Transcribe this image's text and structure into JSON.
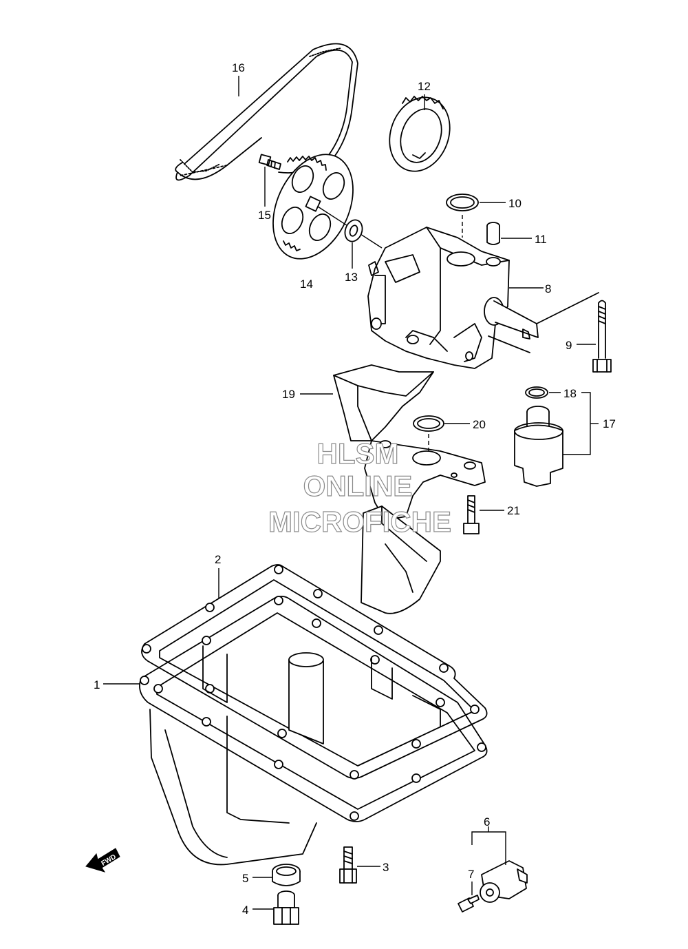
{
  "watermark": {
    "line1": "HLSM",
    "line2": "ONLINE",
    "line3": "MICROFICHE"
  },
  "fwd_label": "FWD",
  "callouts": {
    "c1": "1",
    "c2": "2",
    "c3": "3",
    "c4": "4",
    "c5": "5",
    "c6": "6",
    "c7": "7",
    "c8": "8",
    "c9": "9",
    "c10": "10",
    "c11": "11",
    "c12": "12",
    "c13": "13",
    "c14": "14",
    "c15": "15",
    "c16": "16",
    "c17": "17",
    "c18": "18",
    "c19": "19",
    "c20": "20",
    "c21": "21"
  }
}
